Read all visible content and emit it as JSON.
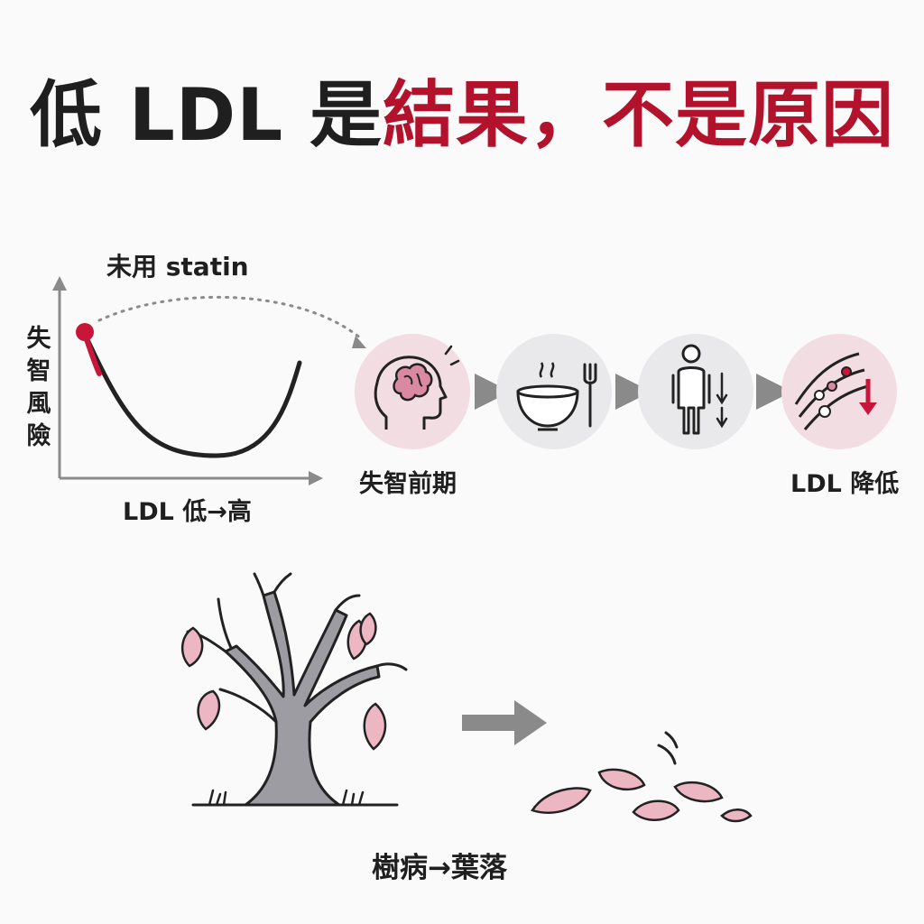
{
  "title": {
    "part1": "低 LDL 是",
    "part2": "結果，不是原因",
    "accent_color": "#b3122c"
  },
  "curve": {
    "caption": "未用 statin",
    "y_axis_label": "失智風險",
    "x_axis_label": "LDL 低→高"
  },
  "steps": [
    {
      "icon": "brain-head-icon",
      "label": "失智前期"
    },
    {
      "icon": "bowl-fork-icon",
      "label": ""
    },
    {
      "icon": "person-weight-down-icon",
      "label": ""
    },
    {
      "icon": "blood-vessel-ldl-down-icon",
      "label": "LDL 降低"
    }
  ],
  "analogy": {
    "caption": "樹病→葉落",
    "left_icon": "sick-tree-icon",
    "right_icon": "fallen-leaves-icon"
  }
}
